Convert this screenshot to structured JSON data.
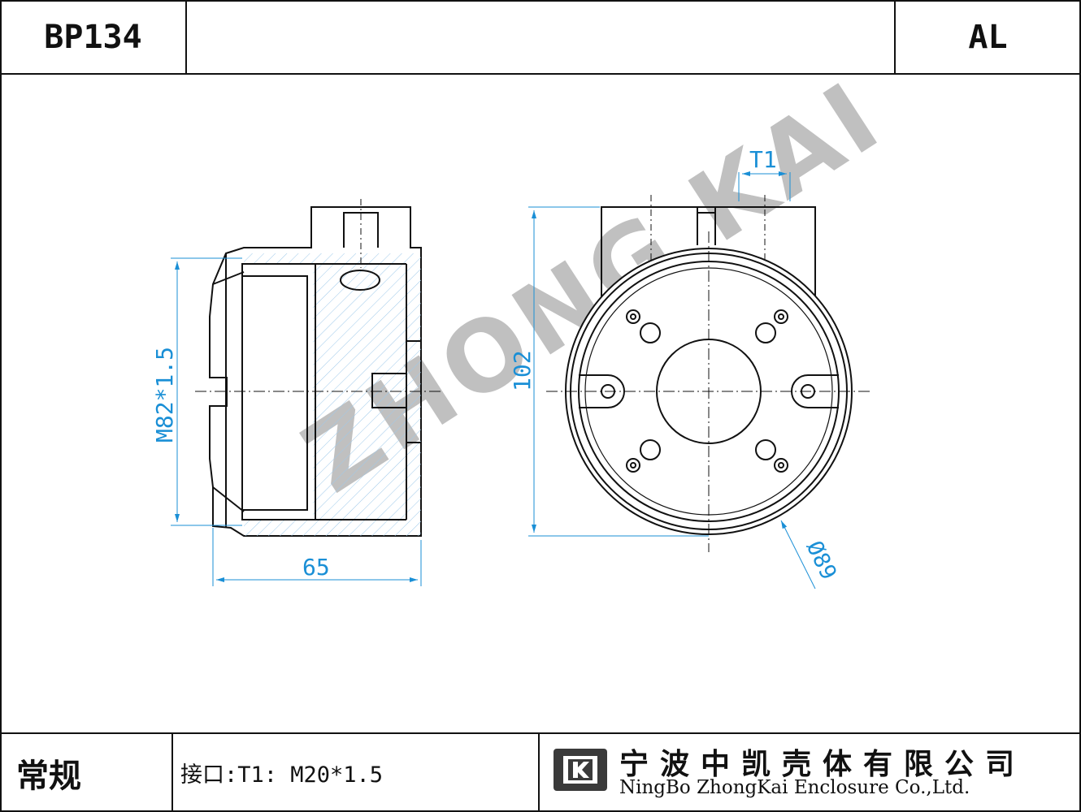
{
  "header": {
    "model_code": "BP134",
    "material_code": "AL"
  },
  "dimensions": {
    "thread_label": "M82*1.5",
    "depth_label": "65",
    "height_label": "102",
    "diameter_label": "Ø89",
    "entry_label": "T1"
  },
  "watermark": {
    "text": "ZHONG KAI"
  },
  "footer": {
    "type_label": "常规",
    "entry_spec": "接口:T1: M20*1.5",
    "company_name_zh": "宁波中凯壳体有限公司",
    "company_name_en": "NingBo ZhongKai Enclosure Co.,Ltd."
  },
  "colors": {
    "dimension_line": "#1a8fd6",
    "outline": "#111111",
    "watermark": "#8c8c8c"
  }
}
